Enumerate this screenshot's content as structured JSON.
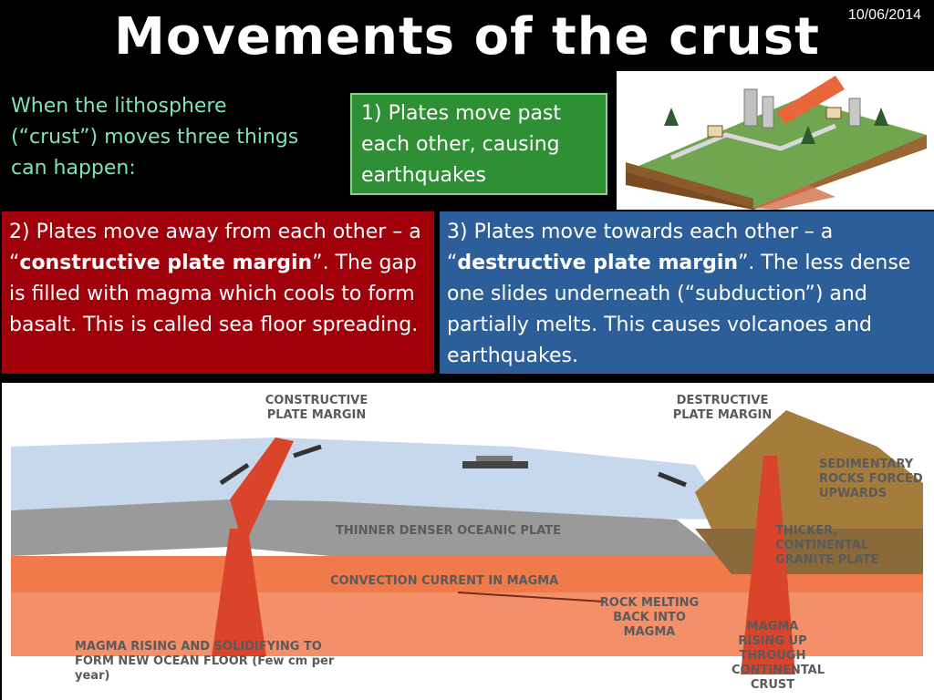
{
  "slide": {
    "title": "Movements of the crust",
    "date": "10/06/2014",
    "intro": "When the lithosphere (“crust”) moves three things can happen:"
  },
  "boxes": {
    "one": "1)  Plates move past each other, causing earthquakes",
    "two": {
      "lead": "2)  Plates move away from each other – a “",
      "bold": "constructive plate margin",
      "rest": "”.  The gap is filled with magma which cools to form basalt.  This is called sea floor spreading."
    },
    "three": {
      "lead": "3)  Plates move towards each other – a “",
      "bold": "destructive plate margin",
      "rest": "”.  The less dense one slides underneath (“subduction”) and partially melts.  This causes volcanoes and earthquakes."
    }
  },
  "diagram": {
    "constructive": "CONSTRUCTIVE PLATE MARGIN",
    "destructive": "DESTRUCTIVE PLATE MARGIN",
    "sedimentary": "SEDIMENTARY ROCKS FORCED UPWARDS",
    "thinner": "THINNER DENSER OCEANIC PLATE",
    "thicker": "THICKER, CONTINENTAL GRANITE PLATE",
    "convection": "CONVECTION CURRENT IN MAGMA",
    "rock_melting": "ROCK MELTING BACK INTO MAGMA",
    "magma_rising": "MAGMA RISING AND SOLIDIFYING TO FORM NEW OCEAN FLOOR (Few cm per year)",
    "magma_up": "MAGMA RISING UP THROUGH CONTINENTAL CRUST"
  },
  "colors": {
    "intro_text": "#7fe0c6",
    "green_box": "#2e8f34",
    "red_box": "#a00009",
    "blue_box": "#2c5f9a"
  }
}
